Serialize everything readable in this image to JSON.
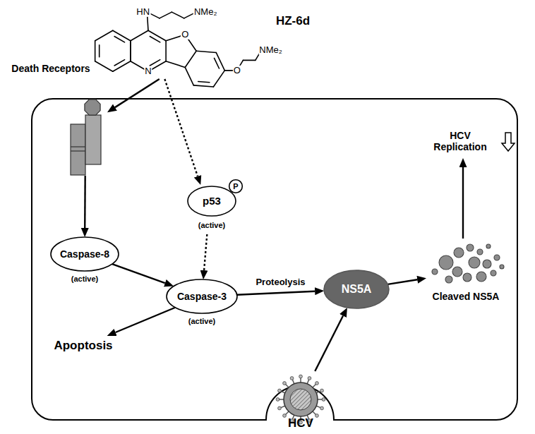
{
  "diagram": {
    "nodes": [
      {
        "text": [
          "HZ-6d"
        ]
      },
      {
        "text": [
          "Death Receptors"
        ]
      },
      {
        "text": [
          "p53",
          "(active)"
        ]
      },
      {
        "text": [
          "P"
        ]
      },
      {
        "text": [
          "Caspase-8",
          "(active)"
        ]
      },
      {
        "text": [
          "Caspase-3",
          "(active)"
        ]
      },
      {
        "text": [
          "NS5A"
        ]
      },
      {
        "text": [
          "Cleaved NS5A"
        ]
      },
      {
        "text": [
          "HCV Replication"
        ]
      },
      {
        "text": [
          "Apoptosis"
        ]
      },
      {
        "text": [
          "HCV"
        ]
      }
    ],
    "edges": [
      {
        "from": 0,
        "to": 1,
        "arrow": "to"
      },
      {
        "from": 0,
        "to": 2,
        "arrow": "to"
      },
      {
        "from": 1,
        "to": 4,
        "arrow": "to"
      },
      {
        "from": 4,
        "to": 5,
        "arrow": "to"
      },
      {
        "from": 2,
        "to": 5,
        "arrow": "to"
      },
      {
        "from": 5,
        "to": 6,
        "label": "Proteolysis",
        "arrow": "to"
      },
      {
        "from": 5,
        "to": 9,
        "arrow": "to"
      },
      {
        "from": 6,
        "to": 7,
        "arrow": "to"
      },
      {
        "from": 7,
        "to": 8,
        "arrow": "to"
      },
      {
        "from": 10,
        "to": 6,
        "arrow": "to"
      }
    ],
    "labels": [
      "HN",
      "NMe₂",
      "N",
      "O",
      "O",
      "NMe₂"
    ]
  }
}
